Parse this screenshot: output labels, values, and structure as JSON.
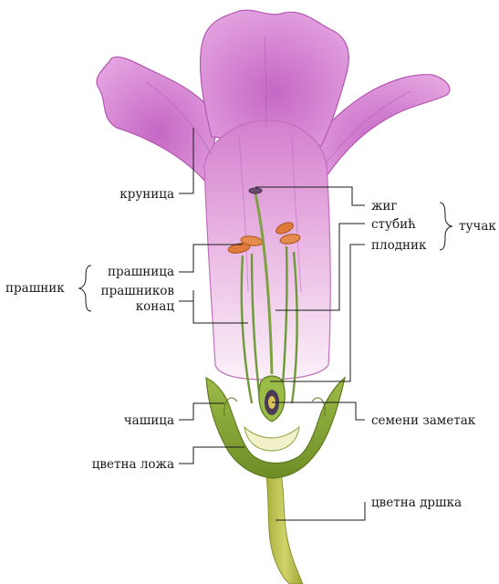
{
  "labels": {
    "corolla": "круница",
    "anther": "прашница",
    "stamen_group": "прашник",
    "filament_line1": "прашников",
    "filament_line2": "конац",
    "calyx": "чашица",
    "receptacle": "цветна ложа",
    "stigma": "жиг",
    "style": "стубић",
    "ovary": "плодник",
    "pistil_group": "тучак",
    "ovule": "семени заметак",
    "pedicel": "цветна дршка"
  },
  "colors": {
    "petal": "#d98cd4",
    "petal_dark": "#b455b2",
    "tube_light": "#f6e0f1",
    "sepal": "#8eaa3c",
    "sepal_dark": "#5c7a1f",
    "stem": "#b5bb3f",
    "stamen": "#6f9a3a",
    "anther": "#e07a3c",
    "ovule": "#4a3a56",
    "line": "#1a1a1a"
  }
}
